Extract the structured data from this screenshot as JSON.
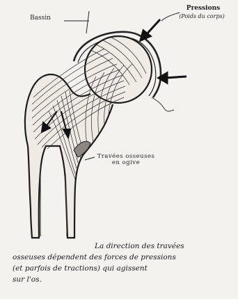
{
  "labels": {
    "bassin": "Bassin",
    "pressions": "Pressions",
    "pressions_note": "(Poids du corps)",
    "ogive_line1": "Travées osseuses",
    "ogive_line2": "en ogive"
  },
  "caption": {
    "line1": "La direction des travées",
    "line2": "osseuses dépendent des forces de pressions",
    "line3": "(et parfois de tractions) qui agissent",
    "line4": "sur l'os."
  }
}
